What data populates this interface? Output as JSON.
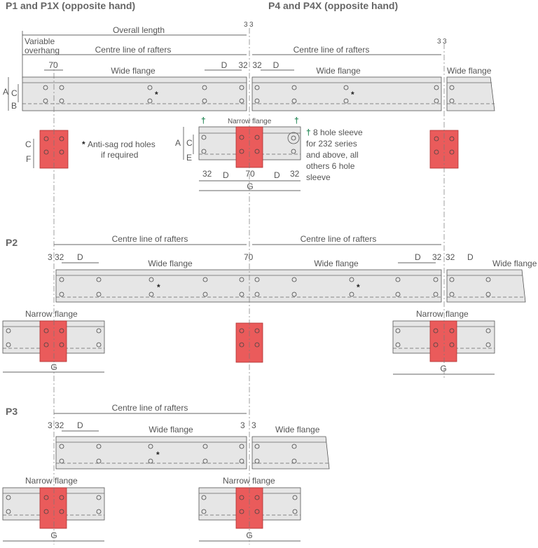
{
  "titles": {
    "p1": "P1 and P1X (opposite hand)",
    "p4": "P4 and P4X (opposite hand)",
    "p2": "P2",
    "p3": "P3"
  },
  "labels": {
    "overall_length": "Overall length",
    "variable_overhang_1": "Variable",
    "variable_overhang_2": "overhang",
    "centre_line": "Centre line of rafters",
    "wide_flange": "Wide flange",
    "narrow_flange": "Narrow flange",
    "anti_sag_star": "*",
    "anti_sag_1": "Anti-sag rod holes",
    "anti_sag_2": "if required",
    "dagger": "†",
    "sleeve_note": [
      "8 hole sleeve",
      "for 232 series",
      "and above, all",
      "others 6 hole",
      "sleeve"
    ]
  },
  "dims": {
    "A": "A",
    "B": "B",
    "C": "C",
    "D": "D",
    "E": "E",
    "F": "F",
    "G": "G",
    "d70": "70",
    "d32": "32",
    "d3": "3"
  },
  "colors": {
    "beam_fill": "#e6e6e6",
    "sleeve_fill": "#ea5b5b",
    "dagger": "#2a8a5a",
    "text": "#555555"
  }
}
